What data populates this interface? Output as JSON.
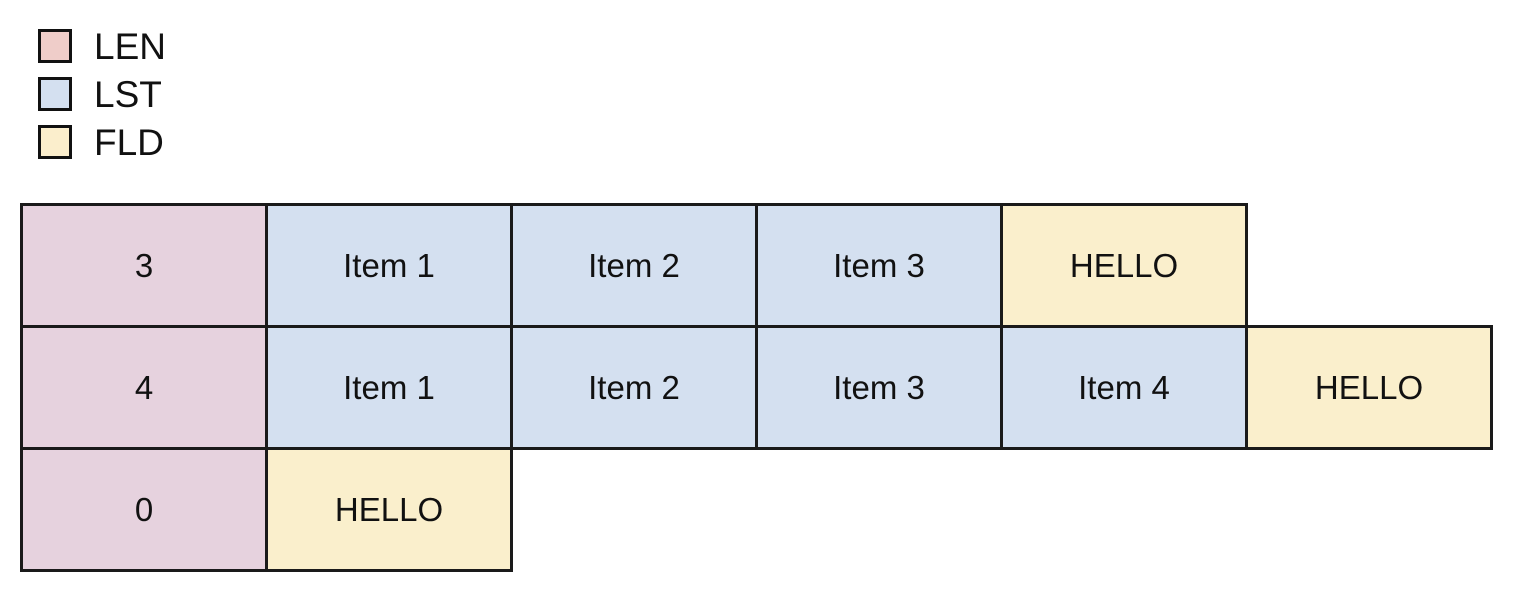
{
  "legend": {
    "items": [
      {
        "label": "LEN",
        "color": "#efcdc9",
        "icon": "color-swatch"
      },
      {
        "label": "LST",
        "color": "#d4e0f0",
        "icon": "color-swatch"
      },
      {
        "label": "FLD",
        "color": "#fbeecc",
        "icon": "color-swatch"
      }
    ]
  },
  "colors": {
    "len": "#e6d2de",
    "lst": "#d4e0f0",
    "fld": "#faefcc",
    "border": "#1a1a1a",
    "text": "#111111",
    "background": "#ffffff"
  },
  "table": {
    "rows": [
      {
        "cells": [
          {
            "text": "3",
            "type": "LEN"
          },
          {
            "text": "Item 1",
            "type": "LST"
          },
          {
            "text": "Item 2",
            "type": "LST"
          },
          {
            "text": "Item 3",
            "type": "LST"
          },
          {
            "text": "HELLO",
            "type": "FLD"
          }
        ]
      },
      {
        "cells": [
          {
            "text": "4",
            "type": "LEN"
          },
          {
            "text": "Item 1",
            "type": "LST"
          },
          {
            "text": "Item 2",
            "type": "LST"
          },
          {
            "text": "Item 3",
            "type": "LST"
          },
          {
            "text": "Item 4",
            "type": "LST"
          },
          {
            "text": "HELLO",
            "type": "FLD"
          }
        ]
      },
      {
        "cells": [
          {
            "text": "0",
            "type": "LEN"
          },
          {
            "text": "HELLO",
            "type": "FLD"
          }
        ]
      }
    ]
  }
}
